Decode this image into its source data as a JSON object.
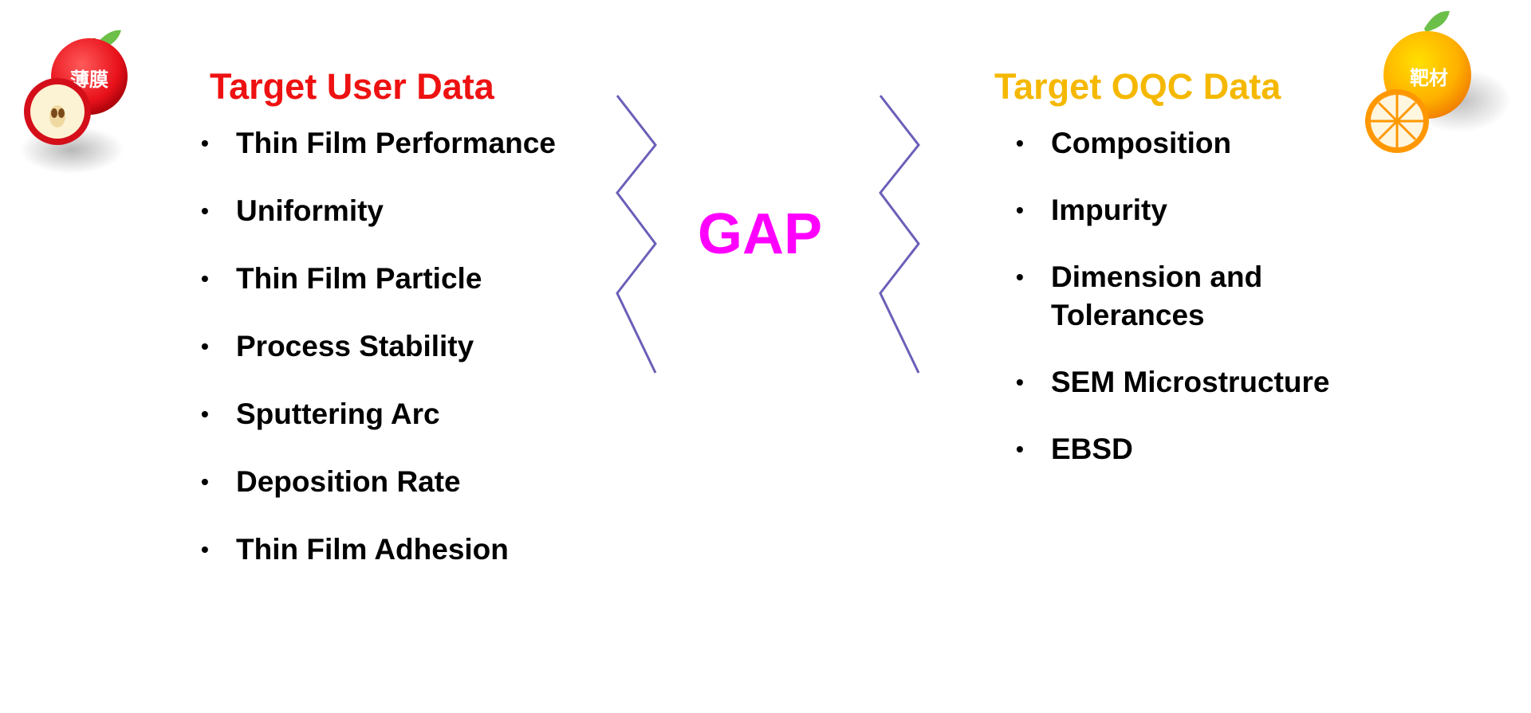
{
  "colors": {
    "left_title": "#ee1111",
    "right_title": "#f5b800",
    "gap": "#ff00ff",
    "zigzag": "#6a5fb8",
    "apple": "#e8111a",
    "orange": "#ffa000"
  },
  "left": {
    "badge": "薄膜",
    "title": "Target User Data",
    "items": [
      "Thin Film Performance",
      "Uniformity",
      "Thin Film Particle",
      "Process Stability",
      "Sputtering Arc",
      "Deposition Rate",
      "Thin Film Adhesion"
    ]
  },
  "center": {
    "label": "GAP"
  },
  "right": {
    "badge": "靶材",
    "title": "Target OQC Data",
    "items": [
      "Composition",
      "Impurity",
      "Dimension and Tolerances",
      "SEM Microstructure",
      "EBSD"
    ]
  },
  "icons": {
    "left": "apple-icon",
    "right": "orange-icon",
    "divider": "zigzag-line-icon"
  }
}
